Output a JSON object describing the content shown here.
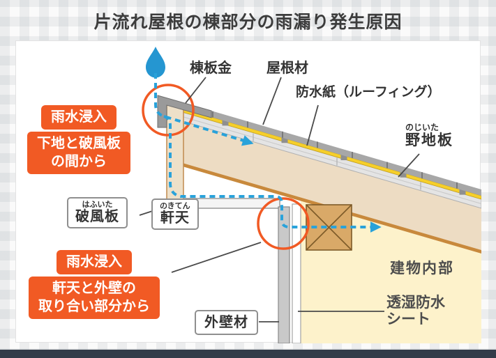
{
  "title": "片流れ屋根の棟部分の雨漏り発生原因",
  "colors": {
    "accent_orange": "#f15a24",
    "water_blue": "#29a2da",
    "waterproof_yellow": "#f6cf2a",
    "wood_tan": "#c8893c",
    "interior_cream": "#fdf2cb",
    "footer_bar": "#333c49"
  },
  "icons": {
    "water_drop": "water-drop"
  },
  "labels": {
    "ridge_flashing": "棟板金",
    "roofing_material": "屋根材",
    "waterproof_paper": "防水紙（ルーフィング）",
    "sheathing_ruby": "のじいた",
    "sheathing": "野地板",
    "bargeboard_ruby": "はふいた",
    "bargeboard": "破風板",
    "soffit_ruby": "のきてん",
    "soffit": "軒天",
    "outer_wall": "外壁材",
    "building_interior": "建物内部",
    "breathable_sheet_line1": "透湿防水",
    "breathable_sheet_line2": "シート"
  },
  "callouts": {
    "leak1": {
      "heading": "雨水浸入",
      "body_line1": "下地と破風板",
      "body_line2": "の間から"
    },
    "leak2": {
      "heading": "雨水浸入",
      "body_line1": "軒天と外壁の",
      "body_line2": "取り合い部分から"
    }
  }
}
